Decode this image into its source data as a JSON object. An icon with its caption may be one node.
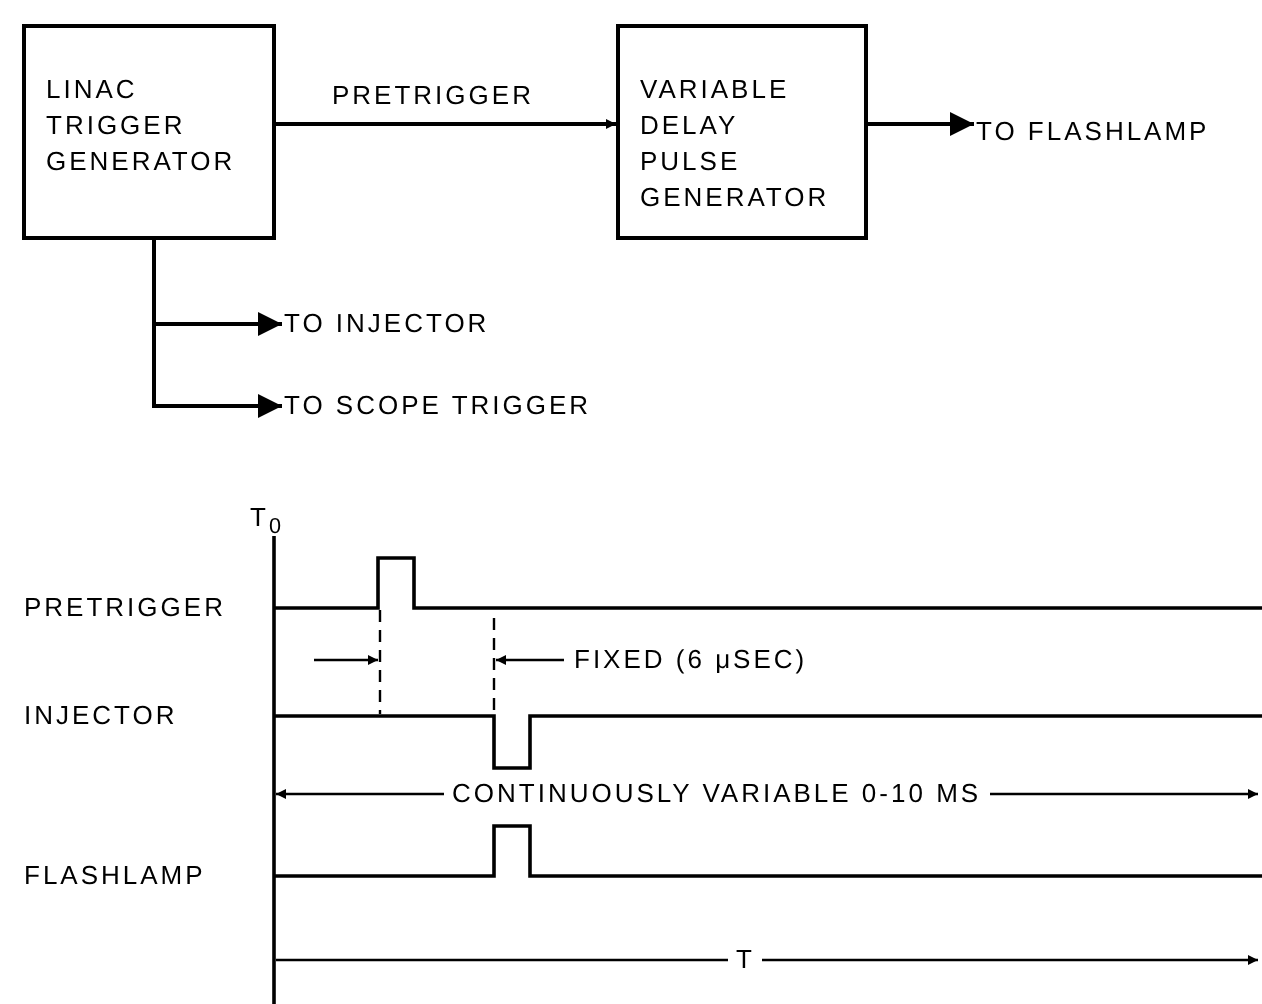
{
  "diagram": {
    "nodes": [
      {
        "text": [
          "LINAC TRIGGER GENERATOR"
        ]
      },
      {
        "text": [
          "VARIABLE DELAY PULSE GENERATOR"
        ]
      },
      {
        "text": [
          "TO FLASHLAMP"
        ]
      },
      {
        "text": [
          "TO INJECTOR"
        ]
      },
      {
        "text": [
          "TO SCOPE TRIGGER"
        ]
      }
    ],
    "edges": [
      {
        "from": 0,
        "to": 1,
        "arrow": "to",
        "label": "PRETRIGGER"
      },
      {
        "from": 1,
        "to": 2,
        "arrow": "to"
      },
      {
        "from": 0,
        "to": 3,
        "arrow": "to"
      },
      {
        "from": 0,
        "to": 4,
        "arrow": "to"
      }
    ],
    "labels": [
      "T$_{0}$",
      "PRETRIGGER",
      "FIXED (6 μSEC)",
      "INJECTOR",
      "CONTINUOUSLY VARIABLE 0-10 MS",
      "FLASHLAMP",
      "T"
    ]
  }
}
